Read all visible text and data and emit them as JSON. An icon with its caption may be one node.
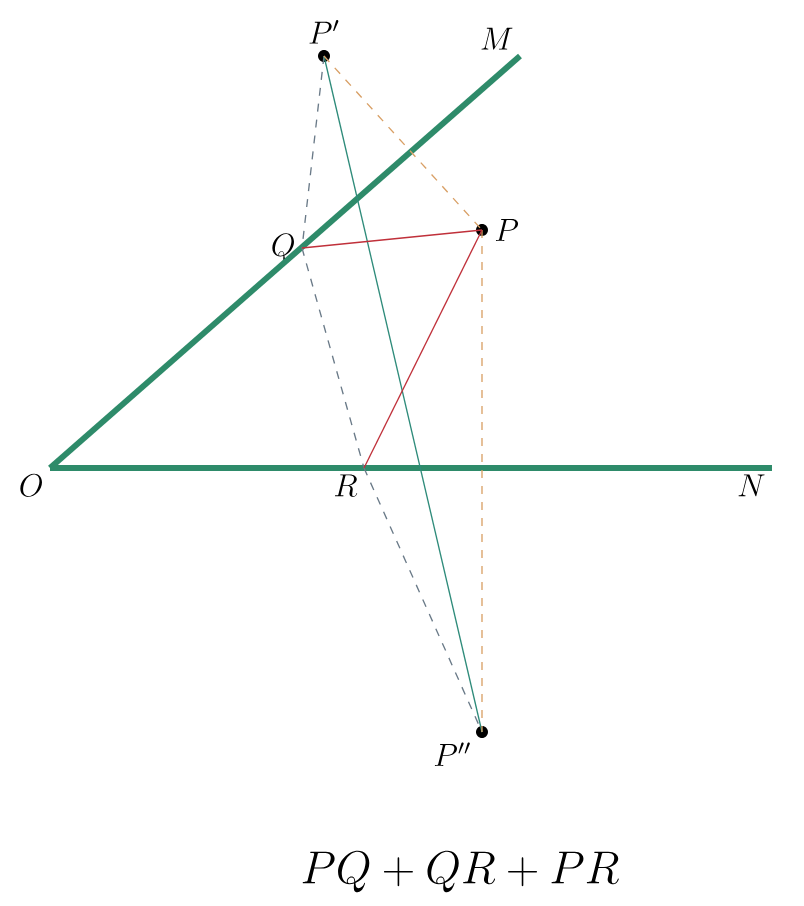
{
  "diagram": {
    "caption": "PQ + QR + PR",
    "nodes": [
      {
        "text": [
          "O"
        ]
      },
      {
        "text": [
          "M"
        ]
      },
      {
        "text": [
          "N"
        ]
      },
      {
        "text": [
          "P'"
        ]
      },
      {
        "text": [
          "P"
        ]
      },
      {
        "text": [
          "Q"
        ]
      },
      {
        "text": [
          "R"
        ]
      },
      {
        "text": [
          "P''"
        ]
      }
    ],
    "edges": [
      {
        "from": 0,
        "to": 1,
        "arrow": "none",
        "style": "thick",
        "color": "#2e8b6a"
      },
      {
        "from": 0,
        "to": 2,
        "arrow": "none",
        "style": "thick",
        "color": "#2e8b6a"
      },
      {
        "from": 3,
        "to": 5,
        "arrow": "none",
        "style": "dashed",
        "color": "#6a7a88"
      },
      {
        "from": 5,
        "to": 6,
        "arrow": "none",
        "style": "dashed",
        "color": "#6a7a88"
      },
      {
        "from": 6,
        "to": 7,
        "arrow": "none",
        "style": "dashed",
        "color": "#6a7a88"
      },
      {
        "from": 3,
        "to": 7,
        "arrow": "none",
        "color": "#2e8b7a"
      },
      {
        "from": 3,
        "to": 4,
        "arrow": "none",
        "style": "dashed",
        "color": "#d9a066"
      },
      {
        "from": 4,
        "to": 7,
        "arrow": "none",
        "style": "dashed",
        "color": "#d9a066"
      },
      {
        "from": 5,
        "to": 4,
        "arrow": "none",
        "color": "#c0303a"
      },
      {
        "from": 4,
        "to": 6,
        "arrow": "none",
        "color": "#c0303a"
      }
    ]
  }
}
